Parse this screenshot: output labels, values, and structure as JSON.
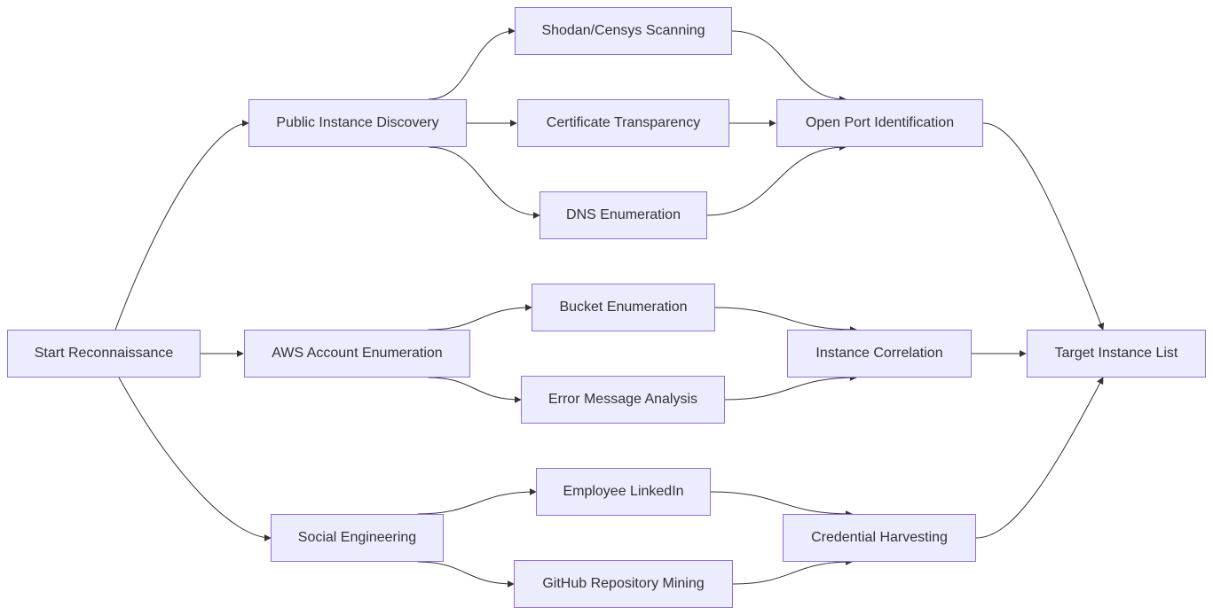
{
  "diagram": {
    "nodes": {
      "start": "Start Reconnaissance",
      "public": "Public Instance Discovery",
      "aws": "AWS Account Enumeration",
      "social": "Social Engineering",
      "shodan": "Shodan/Censys Scanning",
      "cert": "Certificate Transparency",
      "dns": "DNS Enumeration",
      "bucket": "Bucket Enumeration",
      "error": "Error Message Analysis",
      "linkedin": "Employee LinkedIn",
      "github": "GitHub Repository Mining",
      "openport": "Open Port Identification",
      "correlation": "Instance Correlation",
      "credential": "Credential Harvesting",
      "target": "Target Instance List"
    },
    "edges": [
      [
        "start",
        "public"
      ],
      [
        "start",
        "aws"
      ],
      [
        "start",
        "social"
      ],
      [
        "public",
        "shodan"
      ],
      [
        "public",
        "cert"
      ],
      [
        "public",
        "dns"
      ],
      [
        "aws",
        "bucket"
      ],
      [
        "aws",
        "error"
      ],
      [
        "social",
        "linkedin"
      ],
      [
        "social",
        "github"
      ],
      [
        "shodan",
        "openport"
      ],
      [
        "cert",
        "openport"
      ],
      [
        "dns",
        "openport"
      ],
      [
        "bucket",
        "correlation"
      ],
      [
        "error",
        "correlation"
      ],
      [
        "linkedin",
        "credential"
      ],
      [
        "github",
        "credential"
      ],
      [
        "openport",
        "target"
      ],
      [
        "correlation",
        "target"
      ],
      [
        "credential",
        "target"
      ]
    ],
    "colors": {
      "node_fill": "#ececff",
      "node_border": "#9370db",
      "edge": "#333333",
      "text": "#333333"
    }
  }
}
